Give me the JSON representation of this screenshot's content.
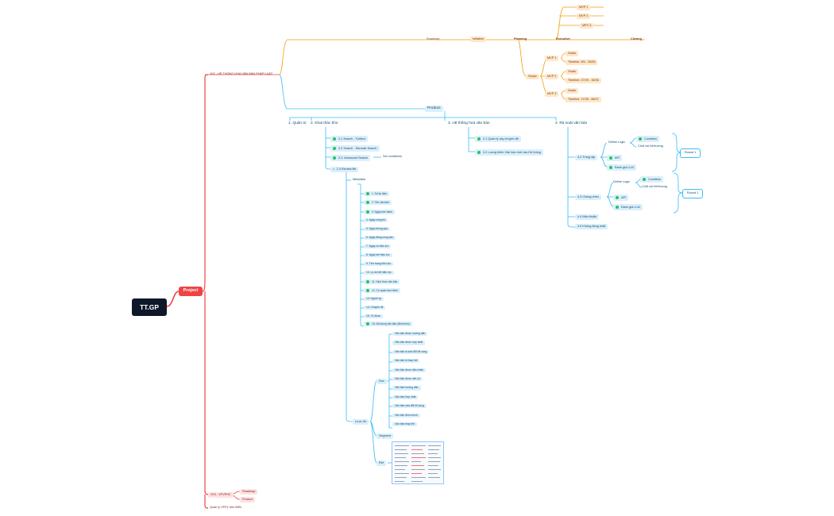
{
  "root": "TT.GP",
  "project": "Project",
  "red_nodes": {
    "v02": "V02 - HỆ THỐNG HOÁ VĂN BẢN PHÁP LUẬT",
    "v03": "V03 - XPVPHC",
    "v03_roadmap": "Roadmap",
    "v03_product": "Product",
    "vppl": "Quản lý VPPL trên Biển"
  },
  "roadmap": {
    "label": "Roadmap",
    "initiative": "Initiative",
    "planning": "Planning",
    "executive": "Executive",
    "closing": "Closing",
    "mvps": [
      "MVP 1",
      "MVP 2",
      "MPV 3"
    ],
    "scope": "Scope",
    "scope_items": [
      {
        "label": "MVP 1",
        "goals": "Goals",
        "timeline": "Timeline: 3/6 - 25/05"
      },
      {
        "label": "MVP 2",
        "goals": "Goals",
        "timeline": "Timeline: 27/05 - 15/06"
      },
      {
        "label": "MVP 3",
        "goals": "Goals",
        "timeline": "Timeline: 17/06 - 06/07"
      }
    ]
  },
  "product": {
    "label": "Product",
    "b1": "1. Quản trị",
    "b2": "2. Khai thác kho",
    "b2_items": [
      "2.1 Search - Fulltext",
      "2.2 Search - Sematic Search",
      "2.3. Advanced Search",
      "2.4 Review file"
    ],
    "set_conditions": "Set conditions",
    "metadata": "Metadata",
    "metadata_items": [
      "1. Số ký hiệu",
      "2. Tên văn bản",
      "3. Ngày ban hành",
      "4. Ngày công bố",
      "5. Ngày thông qua",
      "6. Ngày đăng công báo",
      "7. Ngày có hiệu lực",
      "8. Ngày hết hiệu lực",
      "9. Tình trạng hiệu lực",
      "10. Lý do hết hiệu lực",
      "11. Hình thức văn bản",
      "12. Cơ quan ban hành",
      "13. Người ký",
      "14. Chuyên đề",
      "15. Từ khoá",
      "16. Nội dung văn bản (định kèm)"
    ],
    "metadata_dots": [
      true,
      true,
      true,
      false,
      false,
      false,
      false,
      false,
      false,
      false,
      true,
      true,
      false,
      false,
      false,
      true
    ],
    "luocdo": "Lược đồ",
    "doc": "Doc",
    "doc_items": [
      "Văn bản được hướng dẫn",
      "Văn bản được hợp nhất",
      "Văn bản bị sửa đổi bổ sung",
      "Văn bản bị thay thế",
      "Văn bản được dẫn chiếu",
      "Văn bản được căn cứ",
      "Văn bản hướng dẫn",
      "Văn bản hợp nhất",
      "Văn bản sửa đổi bổ sung",
      "Văn bản đính chính",
      "Văn bản thay thế"
    ],
    "segment": "Segment",
    "ref": "Ref",
    "b3": "3. Hệ thống hoá văn bản",
    "b3_items": [
      "3.1 Quản lý cây chuyên đề",
      "3.2 Luồng thêm Văn bản mới vào Hệ thống"
    ],
    "b4": "4. Rà soát văn bản",
    "b4_items": [
      "4.2 Trùng lặp",
      "4.3 Chồng chéo",
      "4.4 Mâu thuẫn",
      "4.5 Không đồng nhất"
    ],
    "define_logic": "Define Logic",
    "condition": "Condition",
    "chot": "Chốt với MrHương",
    "api": "API",
    "danhgia": "Đánh giá LLM",
    "round": "Round 1"
  }
}
